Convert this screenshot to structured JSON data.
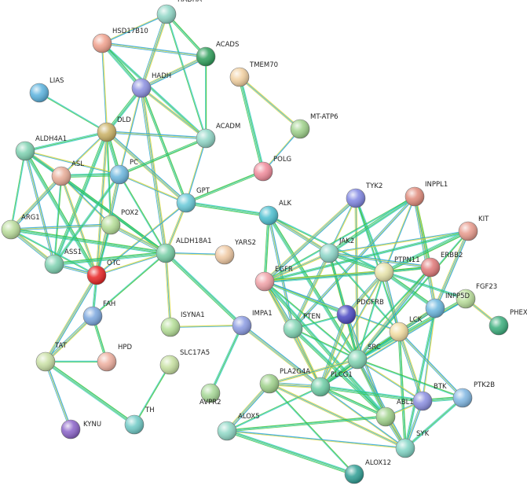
{
  "colors": {
    "edge_palette": [
      "#1fa0d6",
      "#36c235",
      "#d6d63a",
      "#2ec9c0",
      "#1f1f1f",
      "#a8a8e8",
      "#e05a5a"
    ]
  },
  "nodes": [
    {
      "id": "HADHA",
      "label": "HADHA",
      "color": "#8fd6c6"
    },
    {
      "id": "HSD17B10",
      "label": "HSD17B10",
      "color": "#f0a08c"
    },
    {
      "id": "ACADS",
      "label": "ACADS",
      "color": "#2e9e5a"
    },
    {
      "id": "HADH",
      "label": "HADH",
      "color": "#8a8ee0"
    },
    {
      "id": "TMEM70",
      "label": "TMEM70",
      "color": "#f2d0a0"
    },
    {
      "id": "LIAS",
      "label": "LIAS",
      "color": "#5ab2de"
    },
    {
      "id": "DLD",
      "label": "DLD",
      "color": "#c9b063"
    },
    {
      "id": "MT-ATP6",
      "label": "MT-ATP6",
      "color": "#9ed18a"
    },
    {
      "id": "ACADM",
      "label": "ACADM",
      "color": "#8fd6c6"
    },
    {
      "id": "ALDH4A1",
      "label": "ALDH4A1",
      "color": "#7dd1b0"
    },
    {
      "id": "ASL",
      "label": "ASL",
      "color": "#e8ab96"
    },
    {
      "id": "PC",
      "label": "PC",
      "color": "#6ab6de"
    },
    {
      "id": "POLG",
      "label": "POLG",
      "color": "#f08a9a"
    },
    {
      "id": "GPT",
      "label": "GPT",
      "color": "#67c9d8"
    },
    {
      "id": "ALK",
      "label": "ALK",
      "color": "#4bbfd0"
    },
    {
      "id": "TYK2",
      "label": "TYK2",
      "color": "#7f85e2"
    },
    {
      "id": "INPPL1",
      "label": "INPPL1",
      "color": "#e08a7a"
    },
    {
      "id": "ARG1",
      "label": "ARG1",
      "color": "#b9dc9a"
    },
    {
      "id": "POX2",
      "label": "POX2",
      "color": "#b4de96"
    },
    {
      "id": "KIT",
      "label": "KIT",
      "color": "#e89a8c"
    },
    {
      "id": "JAK2",
      "label": "JAK2",
      "color": "#8cd6c8"
    },
    {
      "id": "ALDH18A1",
      "label": "ALDH18A1",
      "color": "#74cda4"
    },
    {
      "id": "YARS2",
      "label": "YARS2",
      "color": "#f0c9a2"
    },
    {
      "id": "ASS1",
      "label": "ASS1",
      "color": "#7dd1b0"
    },
    {
      "id": "OTC",
      "label": "OTC",
      "color": "#e82222"
    },
    {
      "id": "EGFR",
      "label": "EGFR",
      "color": "#f0a0a6"
    },
    {
      "id": "PTPN11",
      "label": "PTPN11",
      "color": "#e6e2a8"
    },
    {
      "id": "ERBB2",
      "label": "ERBB2",
      "color": "#e07878"
    },
    {
      "id": "FGF23",
      "label": "FGF23",
      "color": "#b9de9a"
    },
    {
      "id": "PDGFRB",
      "label": "PDGFRB",
      "color": "#4a48c2"
    },
    {
      "id": "INPP5D",
      "label": "INPP5D",
      "color": "#6ab6de"
    },
    {
      "id": "FAH",
      "label": "FAH",
      "color": "#7aa6de"
    },
    {
      "id": "ISYNA1",
      "label": "ISYNA1",
      "color": "#b4de96"
    },
    {
      "id": "IMPA1",
      "label": "IMPA1",
      "color": "#8a9ae2"
    },
    {
      "id": "PTEN",
      "label": "PTEN",
      "color": "#7fd4b2"
    },
    {
      "id": "LCK",
      "label": "LCK",
      "color": "#f2dca0"
    },
    {
      "id": "PHEX",
      "label": "PHEX",
      "color": "#3aae7c"
    },
    {
      "id": "SRC",
      "label": "SRC",
      "color": "#7fd4b2"
    },
    {
      "id": "HPD",
      "label": "HPD",
      "color": "#eeae9e"
    },
    {
      "id": "TAT",
      "label": "TAT",
      "color": "#c9e0a4"
    },
    {
      "id": "SLC17A5",
      "label": "SLC17A5",
      "color": "#c6e0a0"
    },
    {
      "id": "PLA2G4A",
      "label": "PLA2G4A",
      "color": "#9ed18a"
    },
    {
      "id": "PLCG1",
      "label": "PLCG1",
      "color": "#6ccda4"
    },
    {
      "id": "BTK",
      "label": "BTK",
      "color": "#8a8ee0"
    },
    {
      "id": "PTK2B",
      "label": "PTK2B",
      "color": "#7fb6e2"
    },
    {
      "id": "AVPR2",
      "label": "AVPR2",
      "color": "#a6d896"
    },
    {
      "id": "ABL1",
      "label": "ABL1",
      "color": "#9ed18a"
    },
    {
      "id": "TH",
      "label": "TH",
      "color": "#6fcac6"
    },
    {
      "id": "KYNU",
      "label": "KYNU",
      "color": "#8a62c8"
    },
    {
      "id": "ALOX5",
      "label": "ALOX5",
      "color": "#8fd8c6"
    },
    {
      "id": "SYK",
      "label": "SYK",
      "color": "#7fd4c4"
    },
    {
      "id": "ALOX12",
      "label": "ALOX12",
      "color": "#2e9e94"
    }
  ]
}
